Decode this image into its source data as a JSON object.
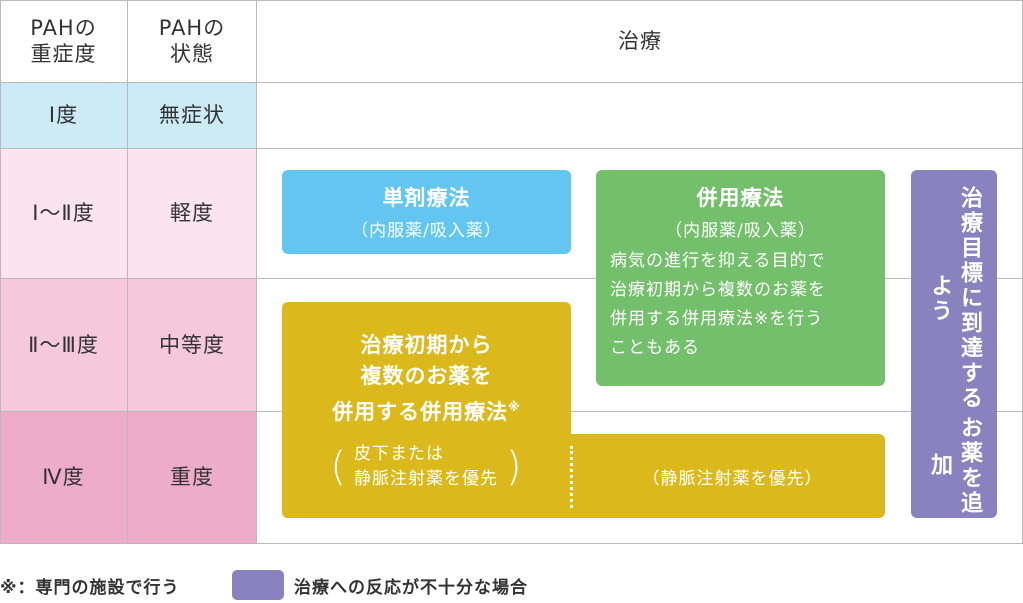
{
  "header": {
    "severity_col": "PAHの\n重症度",
    "state_col": "PAHの\n状態",
    "treatment_col": "治療"
  },
  "rows": [
    {
      "severity": "Ⅰ度",
      "state": "無症状"
    },
    {
      "severity": "Ⅰ～Ⅱ度",
      "state": "軽度"
    },
    {
      "severity": "Ⅱ～Ⅲ度",
      "state": "中等度"
    },
    {
      "severity": "Ⅳ度",
      "state": "重度"
    }
  ],
  "colors": {
    "row1": "#cdeaf7",
    "row2": "#fce4ee",
    "row3": "#f6c8dc",
    "row4": "#eeaccb",
    "mono": "#62c6f1",
    "combo": "#74bf6b",
    "initial": "#dbb91c",
    "addon": "#8982bf"
  },
  "boxes": {
    "monotherapy": {
      "title": "単剤療法",
      "sub": "（内服薬/吸入薬）"
    },
    "combination": {
      "title": "併用療法",
      "sub": "（内服薬/吸入薬）",
      "note": [
        "病気の進行を抑える目的で",
        "治療初期から複数のお薬を",
        "併用する併用療法※を行う",
        "こともある"
      ]
    },
    "initial_combination": {
      "title_lines": [
        "治療初期から",
        "複数のお薬を",
        "併用する併用療法"
      ],
      "mark": "※",
      "left_paren": "(",
      "right_paren": ")",
      "sub_lines": [
        "皮下または",
        "静脈注射薬を優先"
      ],
      "right_sub": "（静脈注射薬を優先）"
    },
    "add_drug": {
      "line1": "治療目標に到達するよう",
      "line2": "お薬を追加"
    }
  },
  "legend": {
    "note": "※：専門の施設で行う",
    "swatch_label": "治療への反応が不十分な場合"
  }
}
